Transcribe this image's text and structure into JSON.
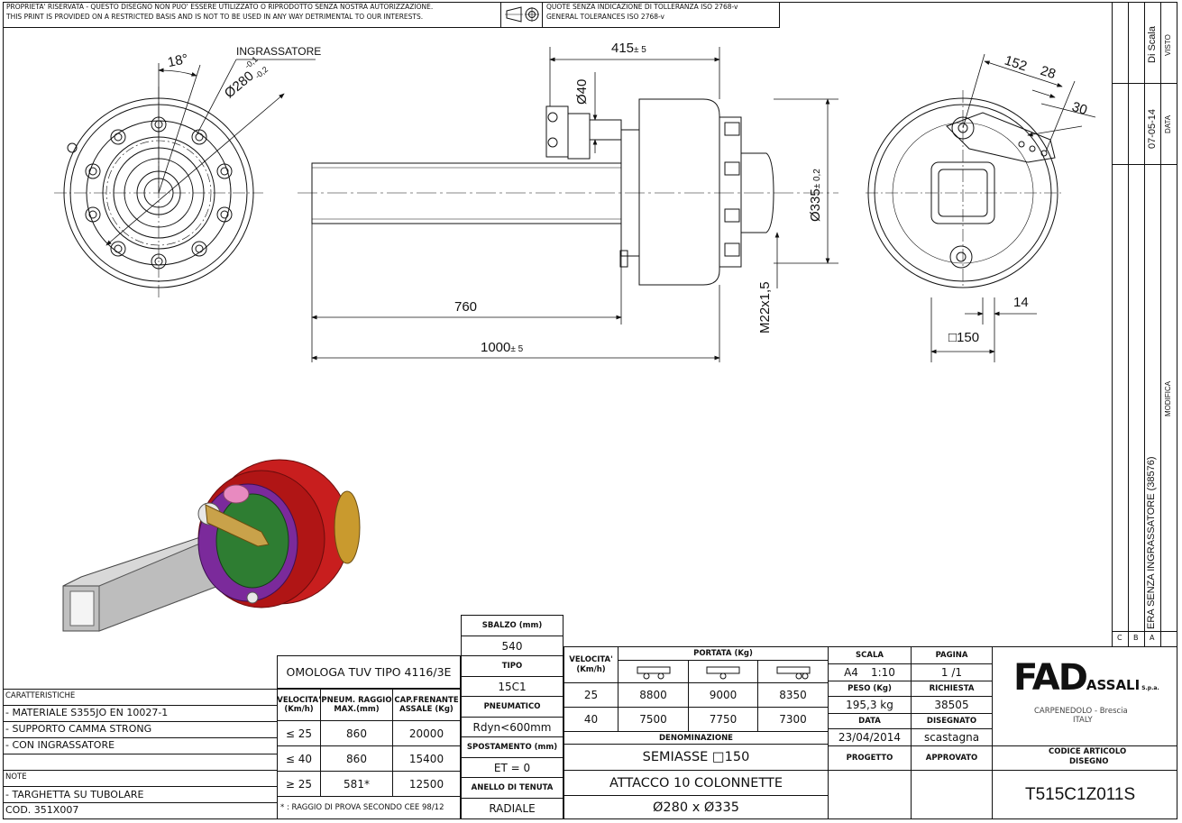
{
  "header": {
    "notice_line1": "PROPRIETA' RISERVATA - QUESTO DISEGNO NON PUO' ESSERE UTILIZZATO O RIPRODOTTO SENZA NOSTRA AUTORIZZAZIONE.",
    "notice_line2": "THIS PRINT IS PROVIDED ON A RESTRICTED BASIS AND IS NOT TO BE USED IN ANY WAY DETRIMENTAL TO OUR INTERESTS.",
    "tolerance_line1": "QUOTE SENZA INDICAZIONE DI TOLLERANZA ISO 2768-v",
    "tolerance_line2": "GENERAL TOLERANCES ISO 2768-v"
  },
  "dimensions": {
    "angle": "18°",
    "greaser_label": "INGRASSATORE",
    "bolt_circle": "Ø280",
    "bolt_circle_tol_upper": "-0,1",
    "bolt_circle_tol_lower": "-0,2",
    "hub_length": "415",
    "hub_length_tol": "± 5",
    "shaft_dia": "Ø40",
    "drum_dia": "Ø335",
    "drum_dia_tol": "± 0,2",
    "thread": "M22x1,5",
    "length_760": "760",
    "length_1000": "1000",
    "length_1000_tol": "± 5",
    "lever_152": "152",
    "lever_28": "28",
    "lever_30": "30",
    "offset_14": "14",
    "square_150": "□150"
  },
  "revision": {
    "visto": "VISTO",
    "di_scala": "Di Scala",
    "data_label": "DATA",
    "data_value": "07-05-14",
    "modifica": "MODIFICA",
    "rev_text": "ERA SENZA INGRASSATORE (38576)",
    "rev_letters": [
      "A",
      "B",
      "C"
    ]
  },
  "omologa": "OMOLOGA TUV TIPO  4116/3E",
  "caratteristiche": {
    "title": "CARATTERISTICHE",
    "items": [
      "- MATERIALE S355JO EN 10027-1",
      "- SUPPORTO CAMMA STRONG",
      "- CON INGRASSATORE"
    ]
  },
  "note": {
    "title": "NOTE",
    "items": [
      "- TARGHETTA SU TUBOLARE",
      "COD. 351X007"
    ]
  },
  "capacity_table": {
    "headers": [
      "VELOCITA' (Km/h)",
      "PNEUM. RAGGIO MAX.(mm)",
      "CAP.FRENANTE ASSALE (Kg)"
    ],
    "rows": [
      [
        "≤ 25",
        "860",
        "20000"
      ],
      [
        "≤ 40",
        "860",
        "15400"
      ],
      [
        "≥ 25",
        "581*",
        "12500"
      ]
    ],
    "footnote": "* : RAGGIO DI PROVA SECONDO CEE 98/12"
  },
  "spec_column": {
    "sbalzo_label": "SBALZO (mm)",
    "sbalzo_value": "540",
    "tipo_label": "TIPO",
    "tipo_value": "15C1",
    "pneumatico_label": "PNEUMATICO",
    "pneumatico_value": "Rdyn<600mm",
    "spostamento_label": "SPOSTAMENTO (mm)",
    "spostamento_value": "ET = 0",
    "anello_label": "ANELLO DI TENUTA",
    "anello_value": "RADIALE"
  },
  "portata": {
    "velocita_label": "VELOCITA' (Km/h)",
    "portata_label": "PORTATA (Kg)",
    "rows": [
      [
        "25",
        "8800",
        "9000",
        "8350"
      ],
      [
        "40",
        "7500",
        "7750",
        "7300"
      ]
    ]
  },
  "denominazione": {
    "label": "DENOMINAZIONE",
    "line1": "SEMIASSE   □150",
    "line2": "ATTACCO 10 COLONNETTE",
    "line3": "Ø280 x Ø335"
  },
  "info": {
    "scala_label": "SCALA",
    "scala_format": "A4",
    "scala_value": "1:10",
    "pagina_label": "PAGINA",
    "pagina_value": "1 /1",
    "peso_label": "PESO (Kg)",
    "peso_value": "195,3 kg",
    "richiesta_label": "RICHIESTA",
    "richiesta_value": "38505",
    "data_label": "DATA",
    "data_value": "23/04/2014",
    "disegnato_label": "DISEGNATO",
    "disegnato_value": "scastagna",
    "progetto_label": "PROGETTO",
    "approvato_label": "APPROVATO"
  },
  "company": {
    "logo_main": "FAD",
    "logo_sub": "ASSALI",
    "logo_spa": "S.p.a.",
    "city": "CARPENEDOLO  -  Brescia",
    "country": "ITALY",
    "codice_label": "CODICE ARTICOLO",
    "disegno_label": "DISEGNO",
    "codice_value": "T515C1Z011S"
  },
  "colors": {
    "drum": "#c81e1e",
    "plate": "#7b2a9b",
    "inner": "#2e7d32",
    "axle": "#d8d8d8",
    "hub": "#c99a2e"
  }
}
